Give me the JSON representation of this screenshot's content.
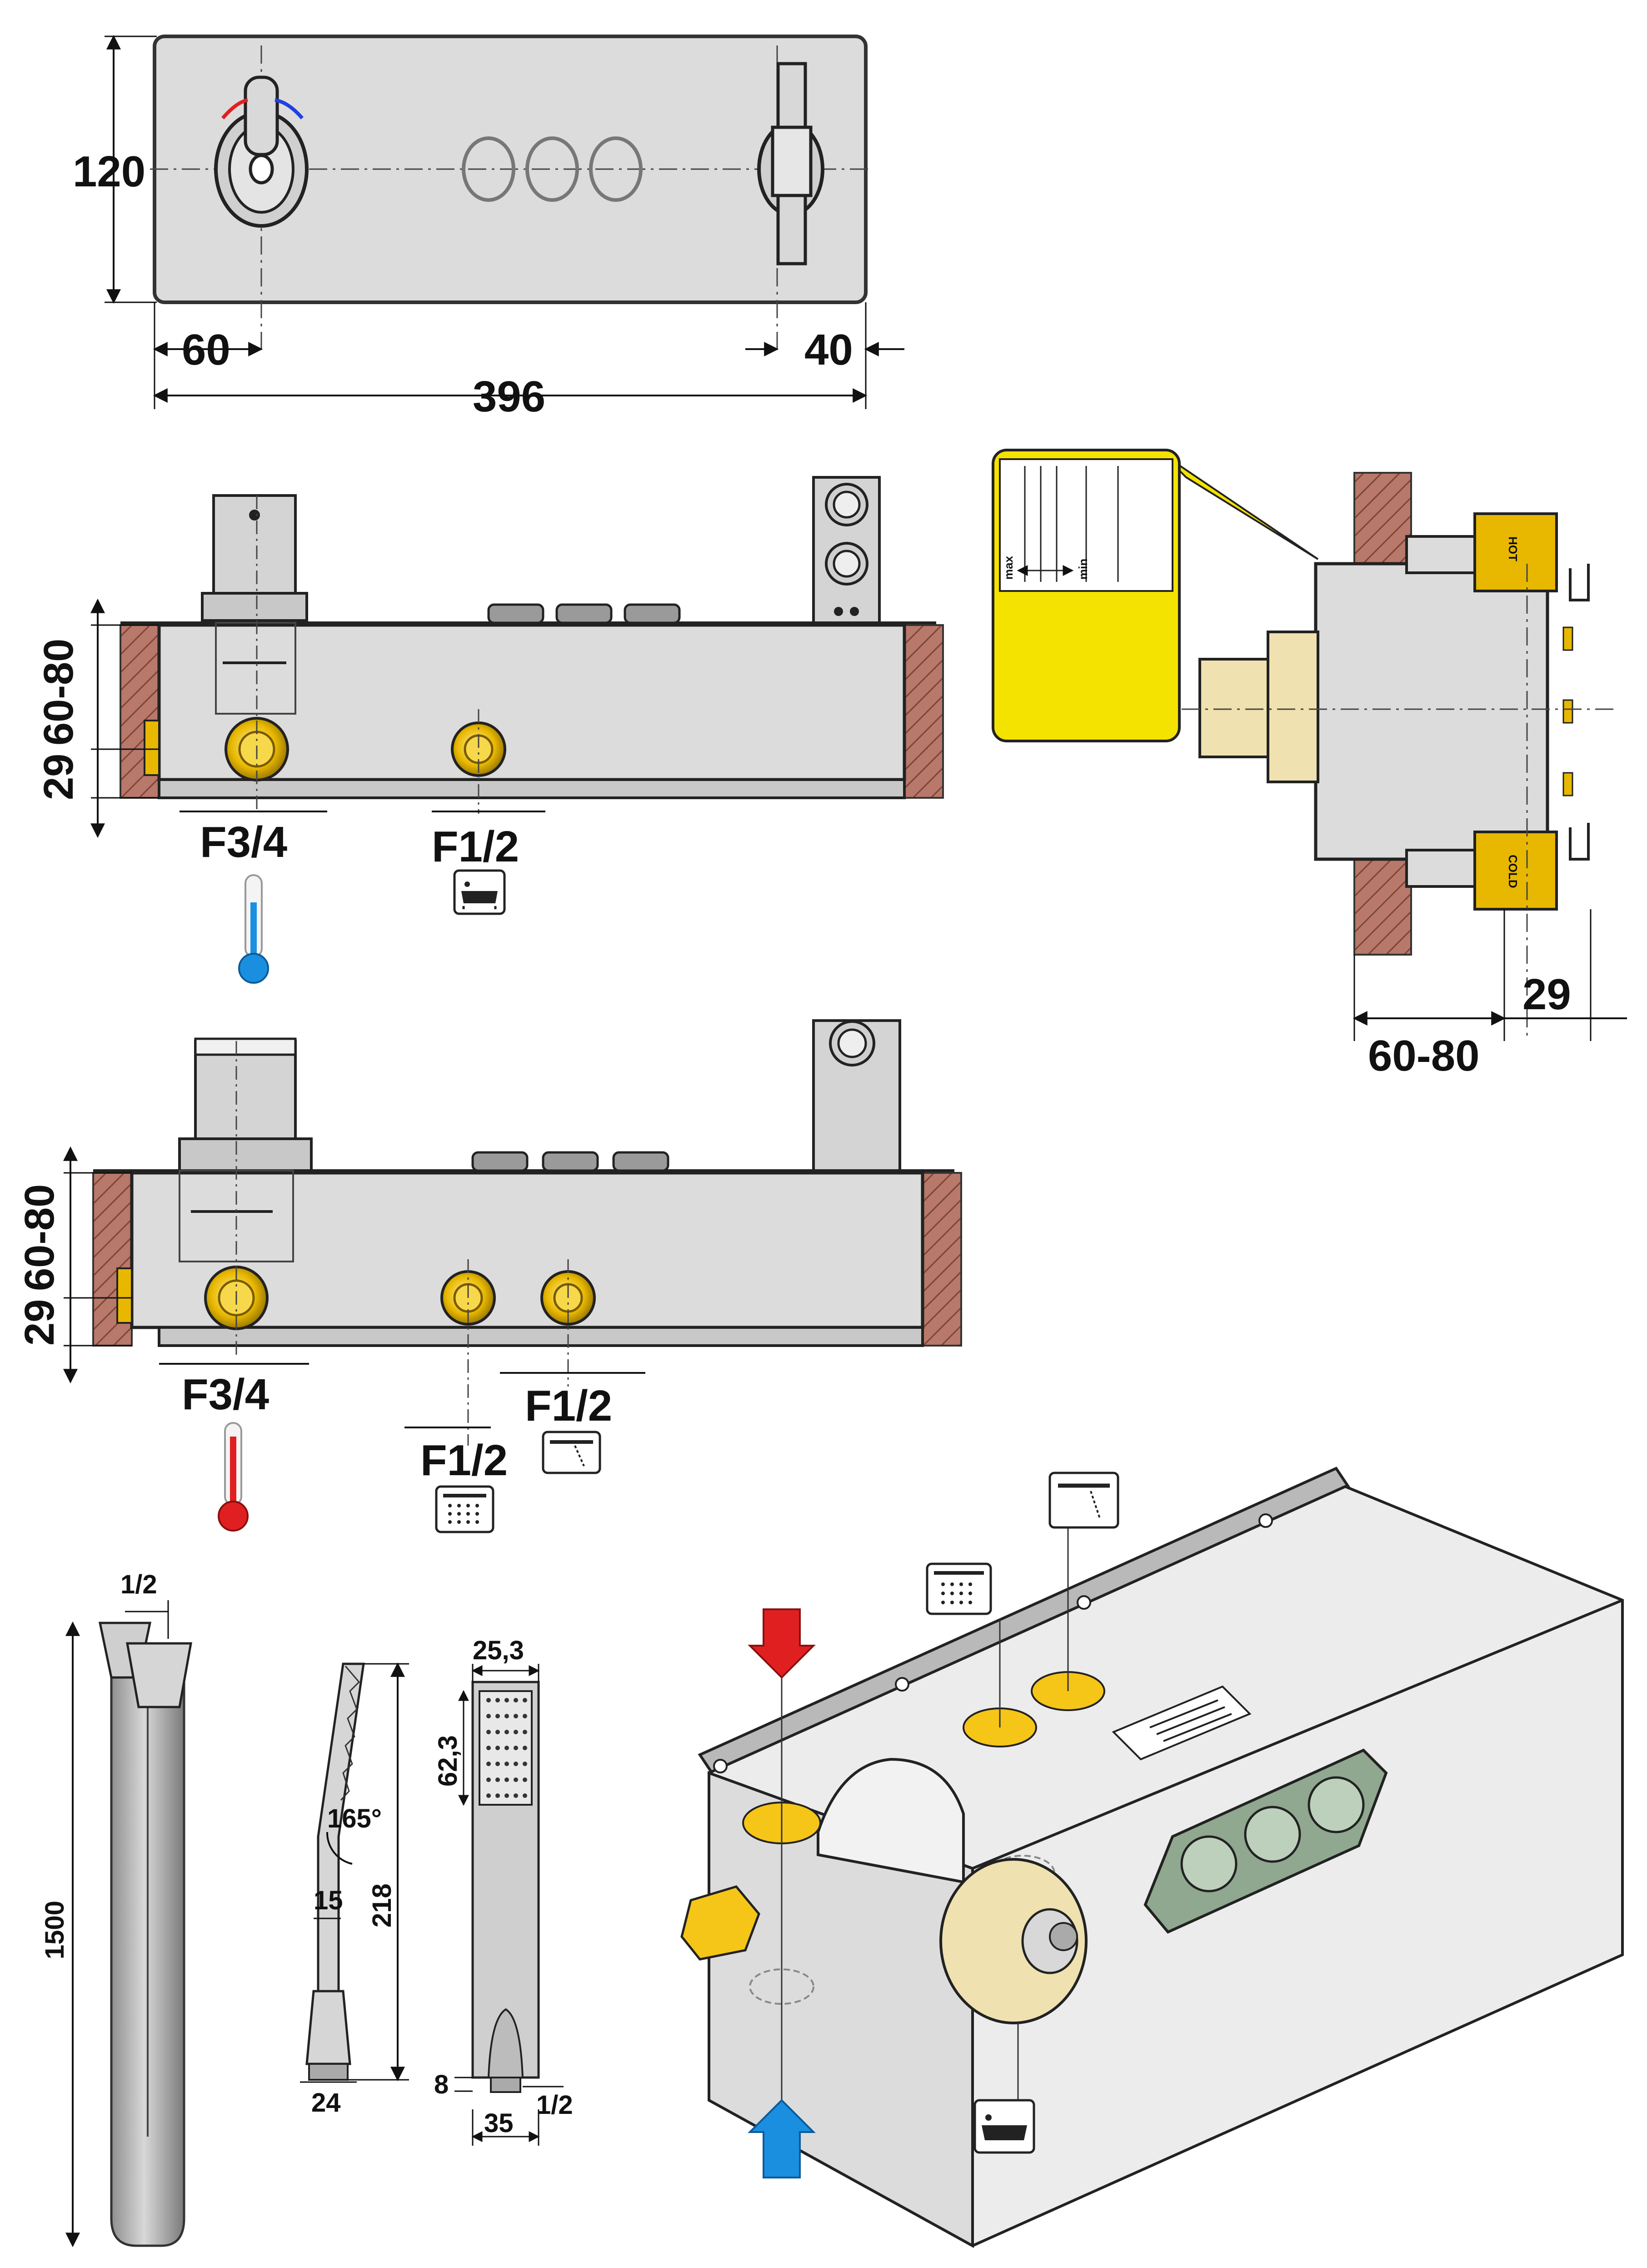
{
  "front_view": {
    "height_label": "120",
    "width_label": "396",
    "left_offset_label": "60",
    "right_offset_label": "40"
  },
  "section_one": {
    "depth_label_a": "60-80",
    "depth_label_b": "29",
    "inlet_label": "F3/4",
    "outlet_label": "F1/2"
  },
  "section_two": {
    "depth_label_a": "60-80",
    "depth_label_b": "29",
    "inlet_label": "F3/4",
    "outlet_shower_label": "F1/2",
    "outlet_spout_label": "F1/2"
  },
  "side_view": {
    "depth_label": "60-80",
    "offset_label": "29",
    "hot_tag": "HOT",
    "cold_tag": "COLD",
    "callout_max": "max",
    "callout_min": "min"
  },
  "hose": {
    "thread_label": "1/2",
    "length_label": "1500"
  },
  "hand_shower_side": {
    "angle_label": "165°",
    "width_label": "15",
    "length_label": "218",
    "base_label": "24"
  },
  "hand_shower_front": {
    "head_width_label": "25,3",
    "head_height_label": "62,3",
    "tip_label": "8",
    "base_label": "35",
    "thread_label": "1/2"
  },
  "colors": {
    "hot": "#e02020",
    "cold": "#1a8fe0",
    "brass": "#e8b800",
    "callout": "#f4e200",
    "wall": "#b8786a"
  },
  "icons": [
    "thermometer-cold-icon",
    "thermometer-hot-icon",
    "bathtub-icon",
    "overhead-shower-icon",
    "spout-icon",
    "hot-arrow-icon",
    "cold-arrow-icon"
  ]
}
